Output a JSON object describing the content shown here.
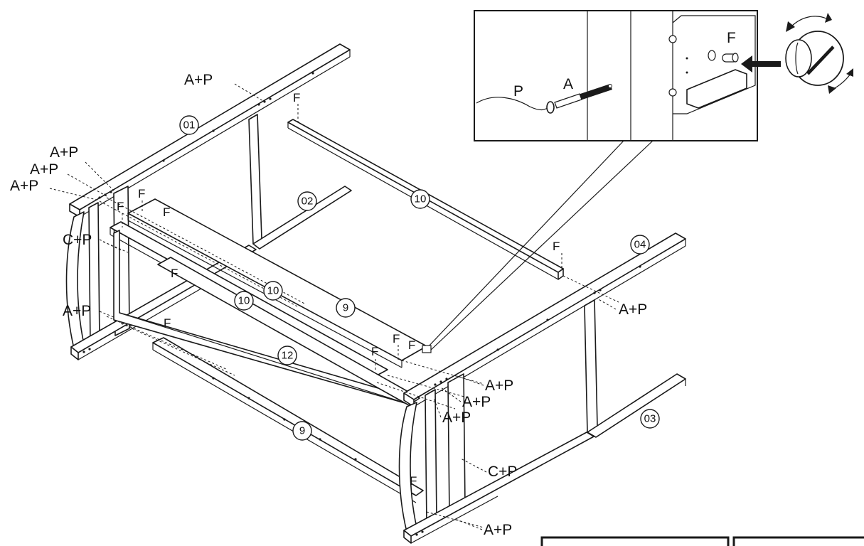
{
  "hardware_labels": {
    "a_p": "A+P",
    "c_p": "C+P",
    "f": "F",
    "p": "P",
    "a": "A"
  },
  "part_numbers": {
    "p01": "01",
    "p02": "02",
    "p03": "03",
    "p04": "04",
    "p09": "9",
    "p10": "10",
    "p12": "12"
  },
  "colors": {
    "line": "#1a1a1a",
    "background": "#ffffff"
  },
  "icons": [
    "rotation-arrows-icon",
    "insert-arrow-icon",
    "cam-lock-icon"
  ]
}
